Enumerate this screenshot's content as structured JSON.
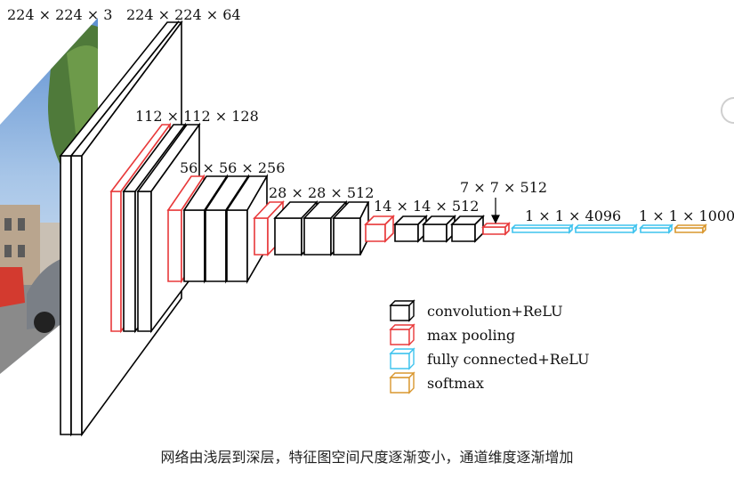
{
  "labels": {
    "input": "224 × 224 × 3",
    "conv1": "224 × 224 × 64",
    "conv2": "112 × 112 × 128",
    "conv3": "56 × 56 × 256",
    "conv4": "28 × 28 × 512",
    "conv5": "14 × 14 × 512",
    "pool5": "7 × 7 × 512",
    "fc": "1 × 1 × 4096",
    "softmax": "1 × 1 × 1000"
  },
  "legend": [
    {
      "label": "convolution+ReLU",
      "color": "#000000"
    },
    {
      "label": "max pooling",
      "color": "#e8393a"
    },
    {
      "label": "fully connected+ReLU",
      "color": "#3fc3ee"
    },
    {
      "label": "softmax",
      "color": "#d9972f"
    }
  ],
  "caption": "网络由浅层到深层，特征图空间尺度逐渐变小，通道维度逐渐增加",
  "colors": {
    "conv": "#000000",
    "pool": "#e8393a",
    "fc": "#3fc3ee",
    "softmax": "#d9972f"
  }
}
